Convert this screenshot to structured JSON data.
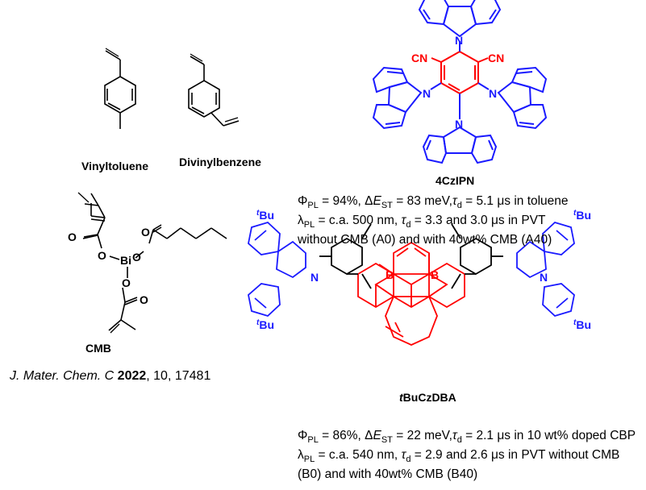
{
  "labels": {
    "vinyltoluene": "Vinyltoluene",
    "divinylbenzene": "Divinylbenzene",
    "cmb": "CMB",
    "czipn": "4CzIPN",
    "tbuczdba": "BuCzDBA",
    "tbuczdba_prefix": "t"
  },
  "atoms": {
    "N": "N",
    "B": "B",
    "O": "O",
    "Bi": "Bi",
    "CN": "CN",
    "tBu": "Bu",
    "t": "t"
  },
  "reference": {
    "journal": "J. Mater. Chem. C",
    "year": "2022",
    "rest": ", 10, 17481"
  },
  "czipn_props": {
    "line1_phi": "Φ",
    "line1_phi_sub": "PL",
    "line1_a": " = 94%, Δ",
    "line1_E": "E",
    "line1_E_sub": "ST",
    "line1_b": " = 83 meV,",
    "line1_tau": "τ",
    "line1_tau_sub": "d",
    "line1_c": " = 5.1 μs in toluene",
    "line2_lam": "λ",
    "line2_lam_sub": "PL",
    "line2_a": " = c.a. 500 nm, ",
    "line2_tau": "τ",
    "line2_tau_sub": "d",
    "line2_b": " = 3.3 and 3.0 μs in PVT",
    "line3": "without CMB (A0) and with 40wt% CMB (A40)"
  },
  "dba_props": {
    "line1_phi": "Φ",
    "line1_phi_sub": "PL",
    "line1_a": " = 86%, Δ",
    "line1_E": "E",
    "line1_E_sub": "ST",
    "line1_b": " = 22 meV,",
    "line1_tau": "τ",
    "line1_tau_sub": "d",
    "line1_c": " = 2.1 μs in 10 wt% doped CBP",
    "line2_lam": "λ",
    "line2_lam_sub": "PL",
    "line2_a": " = c.a. 540 nm, ",
    "line2_tau": "τ",
    "line2_tau_sub": "d",
    "line2_b": " = 2.9 and 2.6 μs in PVT without CMB",
    "line3": "(B0) and with 40wt% CMB (B40)"
  },
  "colors": {
    "donor": "#1a1aff",
    "acceptor": "#ff0000",
    "plain": "#000000"
  }
}
